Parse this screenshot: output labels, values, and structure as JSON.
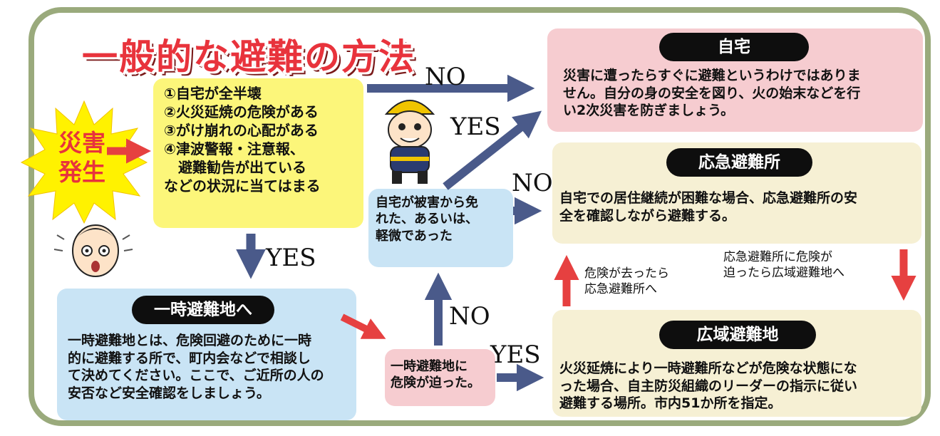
{
  "title": "一般的な避難の方法",
  "disaster": {
    "label": "災害\n発生"
  },
  "conditions": {
    "lines": "①自宅が全半壊\n②火災延焼の危険がある\n③がけ崩れの心配がある\n④津波警報・注意報、\n　避難勧告が出ている\nなどの状況に当てはまる"
  },
  "home": {
    "heading": "自宅",
    "body": "災害に遭ったらすぐに避難というわけではありま\nせん。自分の身の安全を図り、火の始末などを行\nい2次災害を防ぎましょう。"
  },
  "evac_center": {
    "heading": "応急避難所",
    "body": "自宅での居住継続が困難な場合、応急避難所の安\n全を確認しながら避難する。"
  },
  "wide_area": {
    "heading": "広域避難地",
    "body": "火災延焼により一時避難所などが危険な状態にな\nった場合、自主防災組織のリーダーの指示に従い\n避難する場所。市内51か所を指定。"
  },
  "temp_site": {
    "heading": "一時避難地へ",
    "body": "一時避難地とは、危険回避のために一時\n的に避難する所で、町内会などで相談し\nて決めてください。ここで、ご近所の人の\n安否など安全確認をしましょう。"
  },
  "question_home": {
    "text": "自宅が被害から免\nれた、あるいは、\n軽微であった"
  },
  "question_danger": {
    "text": "一時避難地に\n危険が迫った。"
  },
  "note_return": "危険が去ったら\n応急避難所へ",
  "note_escalate": "応急避難所に危険が\n迫ったら広域避難地へ",
  "labels": {
    "no_top": "NO",
    "yes_top": "YES",
    "no_mid": "NO",
    "yes_down": "YES",
    "no_up": "NO",
    "yes_bottom": "YES"
  },
  "colors": {
    "arrow_blue": "#4a5a8a",
    "arrow_red": "#e64040",
    "frame": "#9aaa7c"
  }
}
